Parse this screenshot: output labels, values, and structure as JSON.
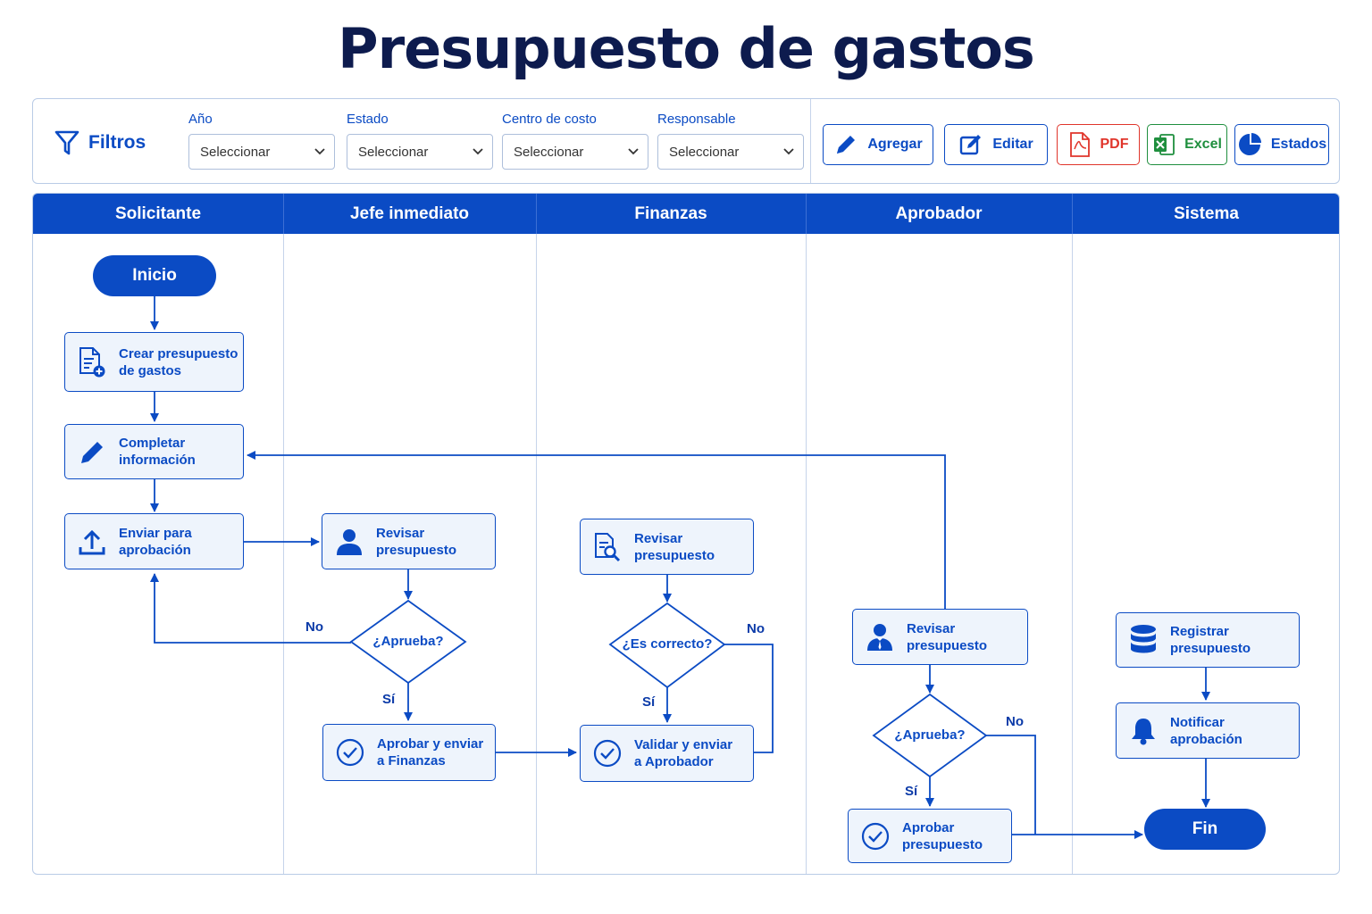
{
  "page_title": "Presupuesto de gastos",
  "filters": {
    "heading": "Filtros",
    "fields": [
      {
        "label": "Año",
        "value": "Seleccionar"
      },
      {
        "label": "Estado",
        "value": "Seleccionar"
      },
      {
        "label": "Centro de costo",
        "value": "Seleccionar"
      },
      {
        "label": "Responsable",
        "value": "Seleccionar"
      }
    ]
  },
  "toolbar": {
    "add_label": "Agregar",
    "edit_label": "Editar",
    "pdf_label": "PDF",
    "excel_label": "Excel",
    "states_label": "Estados"
  },
  "lanes": [
    "Solicitante",
    "Jefe inmediato",
    "Finanzas",
    "Aprobador",
    "Sistema"
  ],
  "nodes": {
    "start": "Inicio",
    "create": [
      "Crear presupuesto",
      "de gastos"
    ],
    "complete": [
      "Completar",
      "información"
    ],
    "send": [
      "Enviar para",
      "aprobación"
    ],
    "jefe_review": [
      "Revisar",
      "presupuesto"
    ],
    "jefe_decision": "¿Aprueba?",
    "jefe_approve": [
      "Aprobar y enviar",
      "a Finanzas"
    ],
    "fin_review": [
      "Revisar",
      "presupuesto"
    ],
    "fin_decision": "¿Es correcto?",
    "fin_validate": [
      "Validar y enviar",
      "a Aprobador"
    ],
    "apr_review": [
      "Revisar",
      "presupuesto"
    ],
    "apr_decision": "¿Aprueba?",
    "apr_approve": [
      "Aprobar",
      "presupuesto"
    ],
    "sys_register": [
      "Registrar",
      "presupuesto"
    ],
    "sys_notify": [
      "Notificar",
      "aprobación"
    ],
    "end": "Fin"
  },
  "edge_labels": {
    "jefe_no": "No",
    "jefe_yes": "Sí",
    "fin_no": "No",
    "fin_yes": "Sí",
    "apr_no": "No",
    "apr_yes": "Sí"
  },
  "colors": {
    "primary": "#0b4bc4",
    "title": "#0d1b4e",
    "box_fill": "#eef4fc",
    "pdf": "#e0352b",
    "excel": "#1f8f3e"
  }
}
